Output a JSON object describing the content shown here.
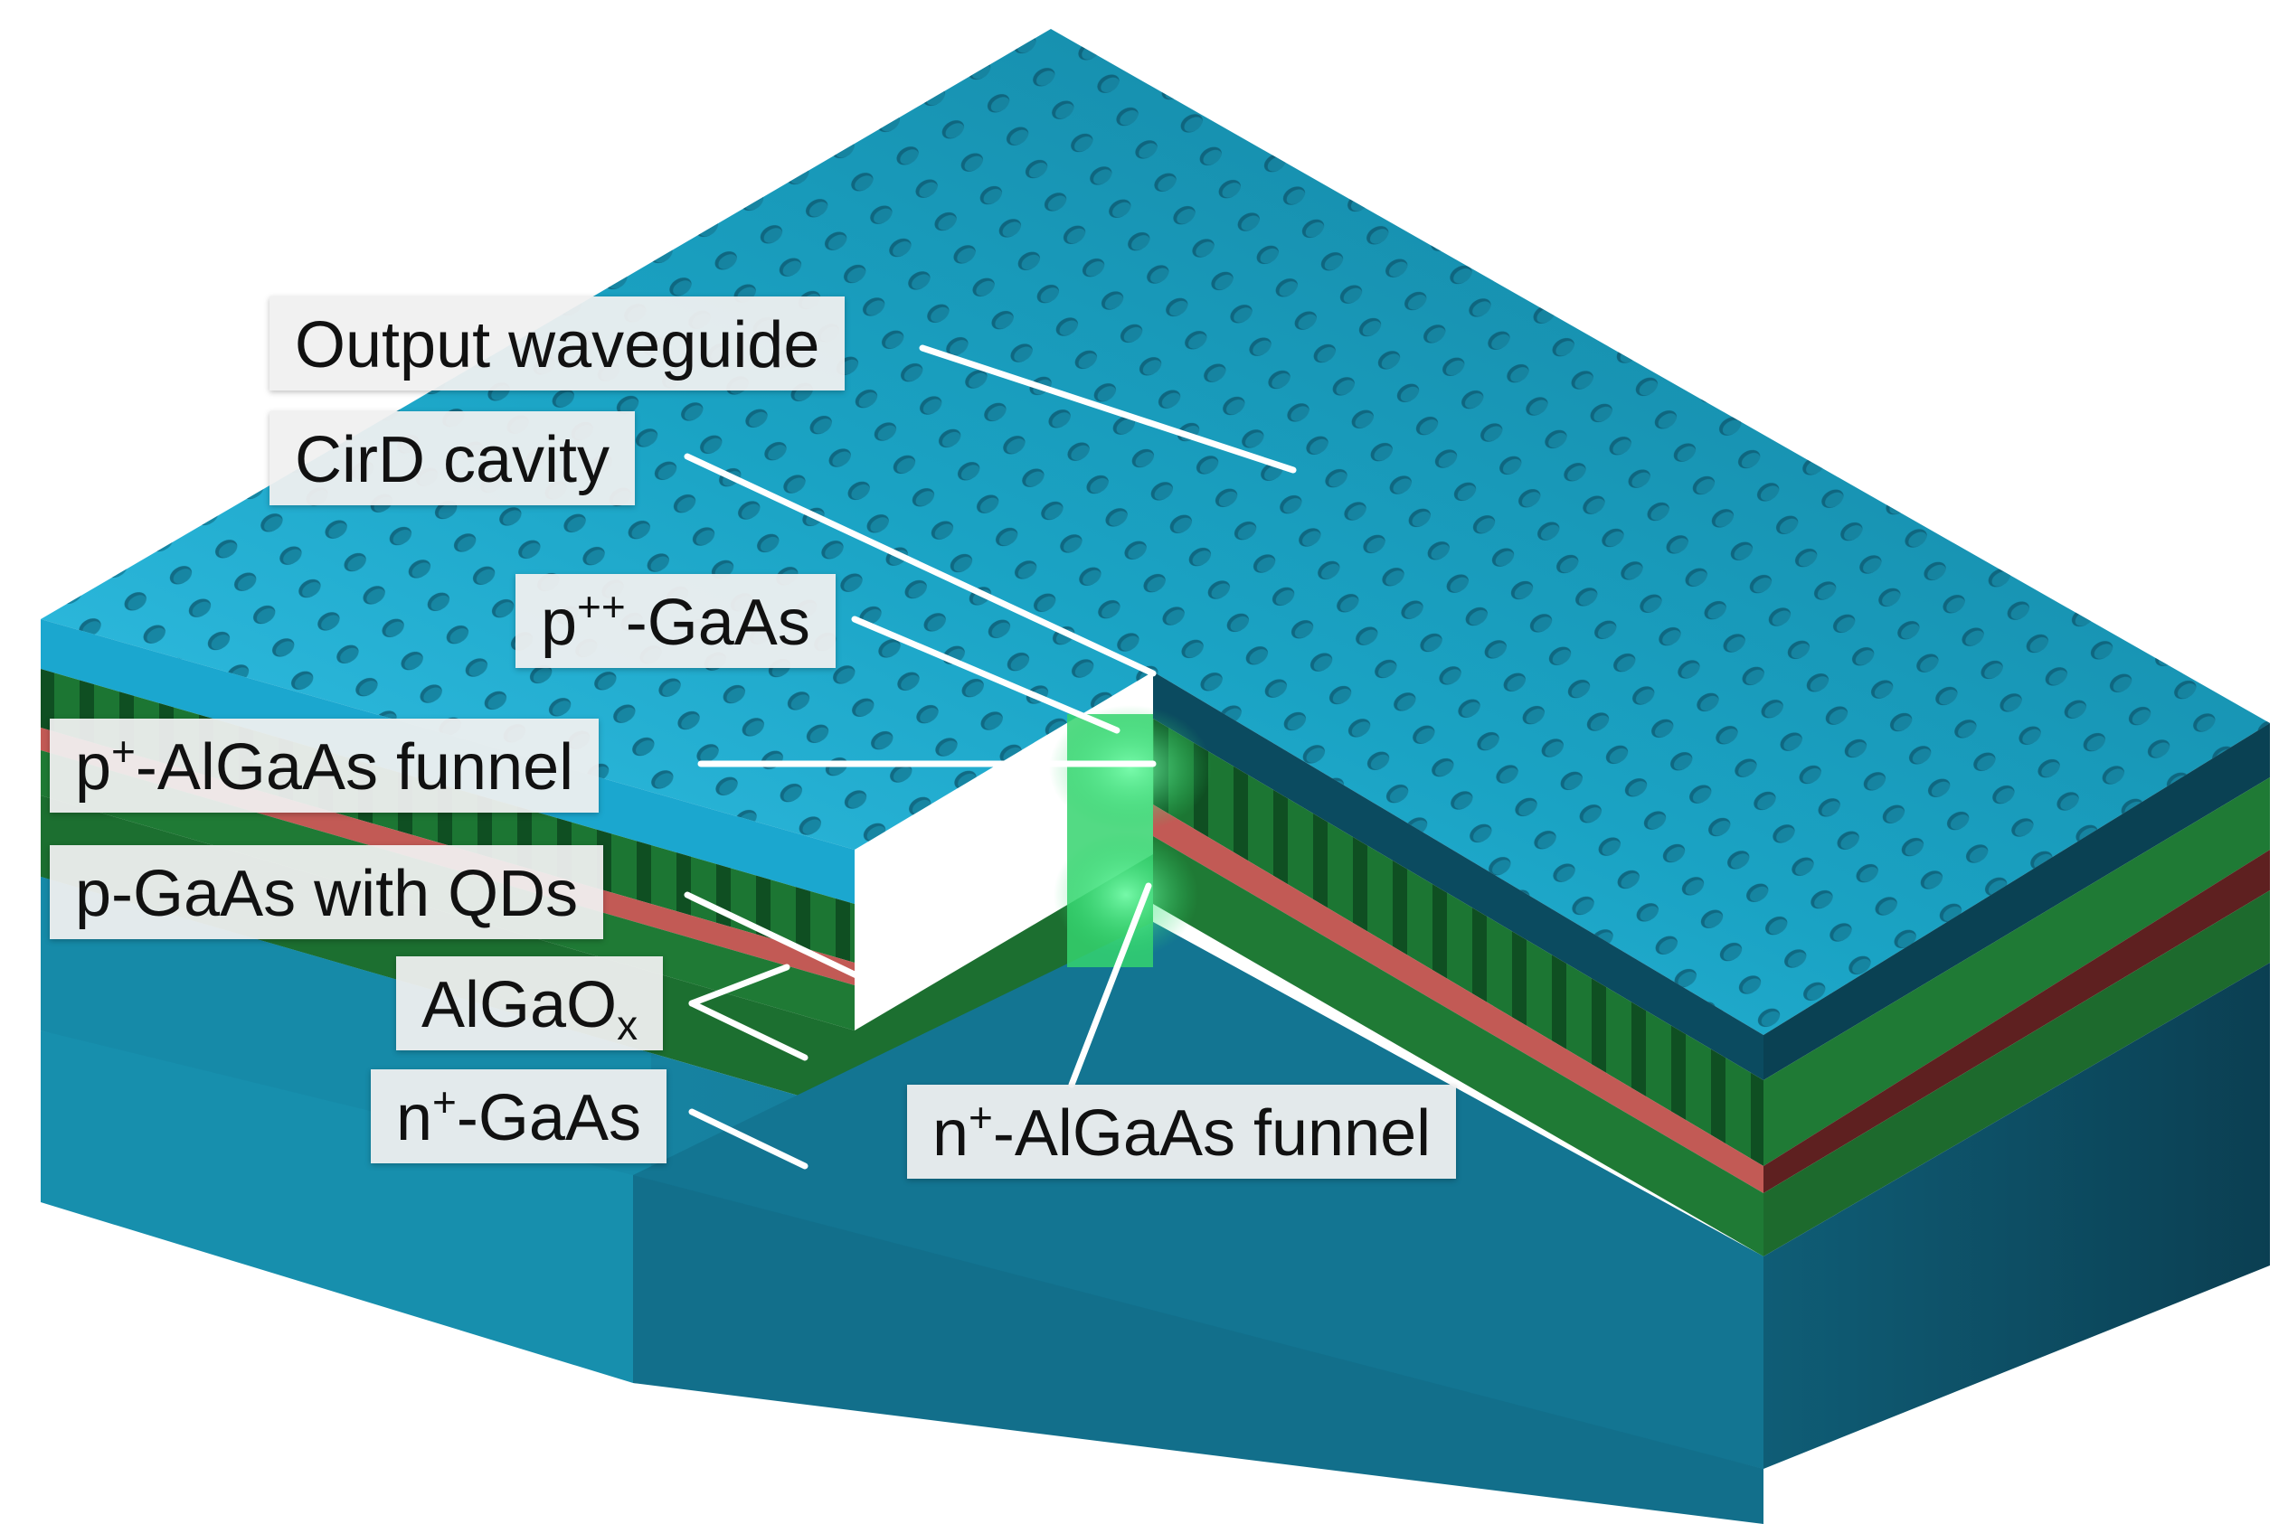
{
  "labels": {
    "output_waveguide": "Output waveguide",
    "cird_cavity": "CirD cavity",
    "p_pp_gaas": {
      "base": "p",
      "sup": "++",
      "rest": "-GaAs"
    },
    "p_algaas_funnel": {
      "base": "p",
      "sup": "+",
      "rest": "-AlGaAs funnel"
    },
    "p_gaas_qds": "p-GaAs with QDs",
    "algaox": {
      "base": "AlGaO",
      "sub": "x"
    },
    "n_gaas": {
      "base": "n",
      "sup": "+",
      "rest": "-GaAs"
    },
    "n_algaas_funnel": {
      "base": "n",
      "sup": "+",
      "rest": "-AlGaAs funnel"
    }
  },
  "layers": [
    "p++-GaAs",
    "p+-AlGaAs funnel",
    "p-GaAs with QDs",
    "AlGaOx",
    "n+-GaAs",
    "n+-AlGaAs funnel"
  ],
  "colors": {
    "top_surface": "#1a8fa8",
    "top_surface_light": "#3cc4e6",
    "substrate": "#14708a",
    "p_layer": "#1f7a35",
    "n_layer": "#1f7a35",
    "oxide_layer": "#b8524f",
    "cavity_glow": "#3de07a",
    "leader_line": "#ffffff"
  }
}
